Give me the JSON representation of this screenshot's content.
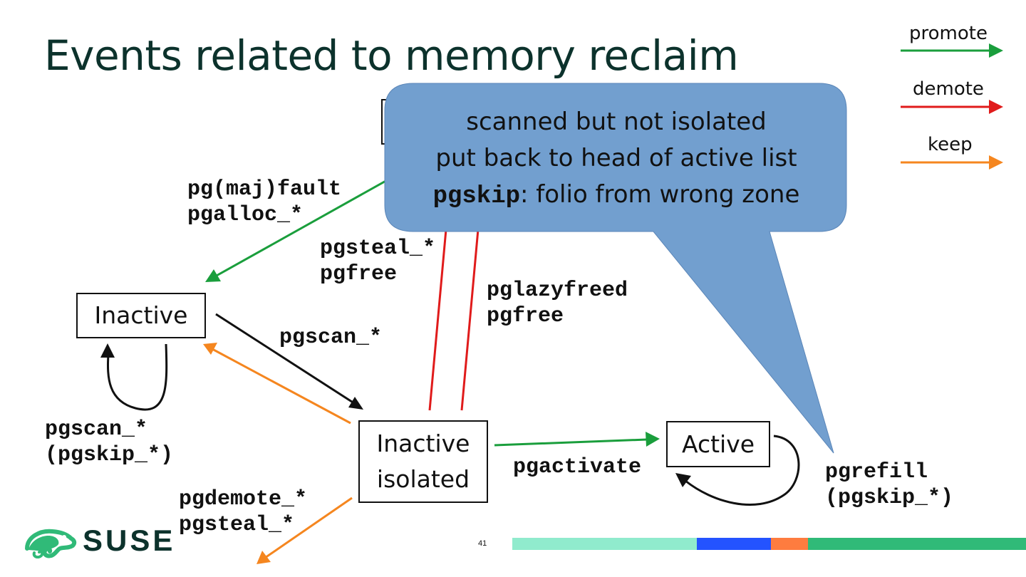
{
  "title": "Events related to memory reclaim",
  "legend": [
    {
      "label": "promote",
      "color": "#1a9e3c"
    },
    {
      "label": "demote",
      "color": "#e01b1b"
    },
    {
      "label": "keep",
      "color": "#f5861f"
    }
  ],
  "states": {
    "inactive": "Inactive",
    "inactive_isolated_line1": "Inactive",
    "inactive_isolated_line2": "isolated",
    "active": "Active"
  },
  "events": {
    "fault_line1": "pg(maj)fault",
    "fault_line2": "pgalloc_*",
    "steal_line1": "pgsteal_*",
    "steal_line2": "pgfree",
    "lazy_line1": "pglazyfreed",
    "lazy_line2": "pgfree",
    "scan_to_isolated": "pgscan_*",
    "inactive_loop_line1": "pgscan_*",
    "inactive_loop_line2": "(pgskip_*)",
    "activate": "pgactivate",
    "refill_line1": "pgrefill",
    "refill_line2": "(pgskip_*)",
    "demote_line1": "pgdemote_*",
    "demote_line2": "pgsteal_*"
  },
  "callout": {
    "line1": "scanned but not isolated",
    "line2": "put back to head of active list",
    "line3_keyword": "pgskip",
    "line3_rest": ": folio from wrong zone",
    "color": "#729fcf"
  },
  "footer": {
    "brand": "SUSE",
    "brand_color": "#30ba78",
    "page_number": "41",
    "bar_colors": [
      "#90ebcd",
      "#2453ff",
      "#fe7c3f",
      "#30ba78"
    ]
  },
  "icons": {
    "logo": "chameleon-logo-icon"
  }
}
